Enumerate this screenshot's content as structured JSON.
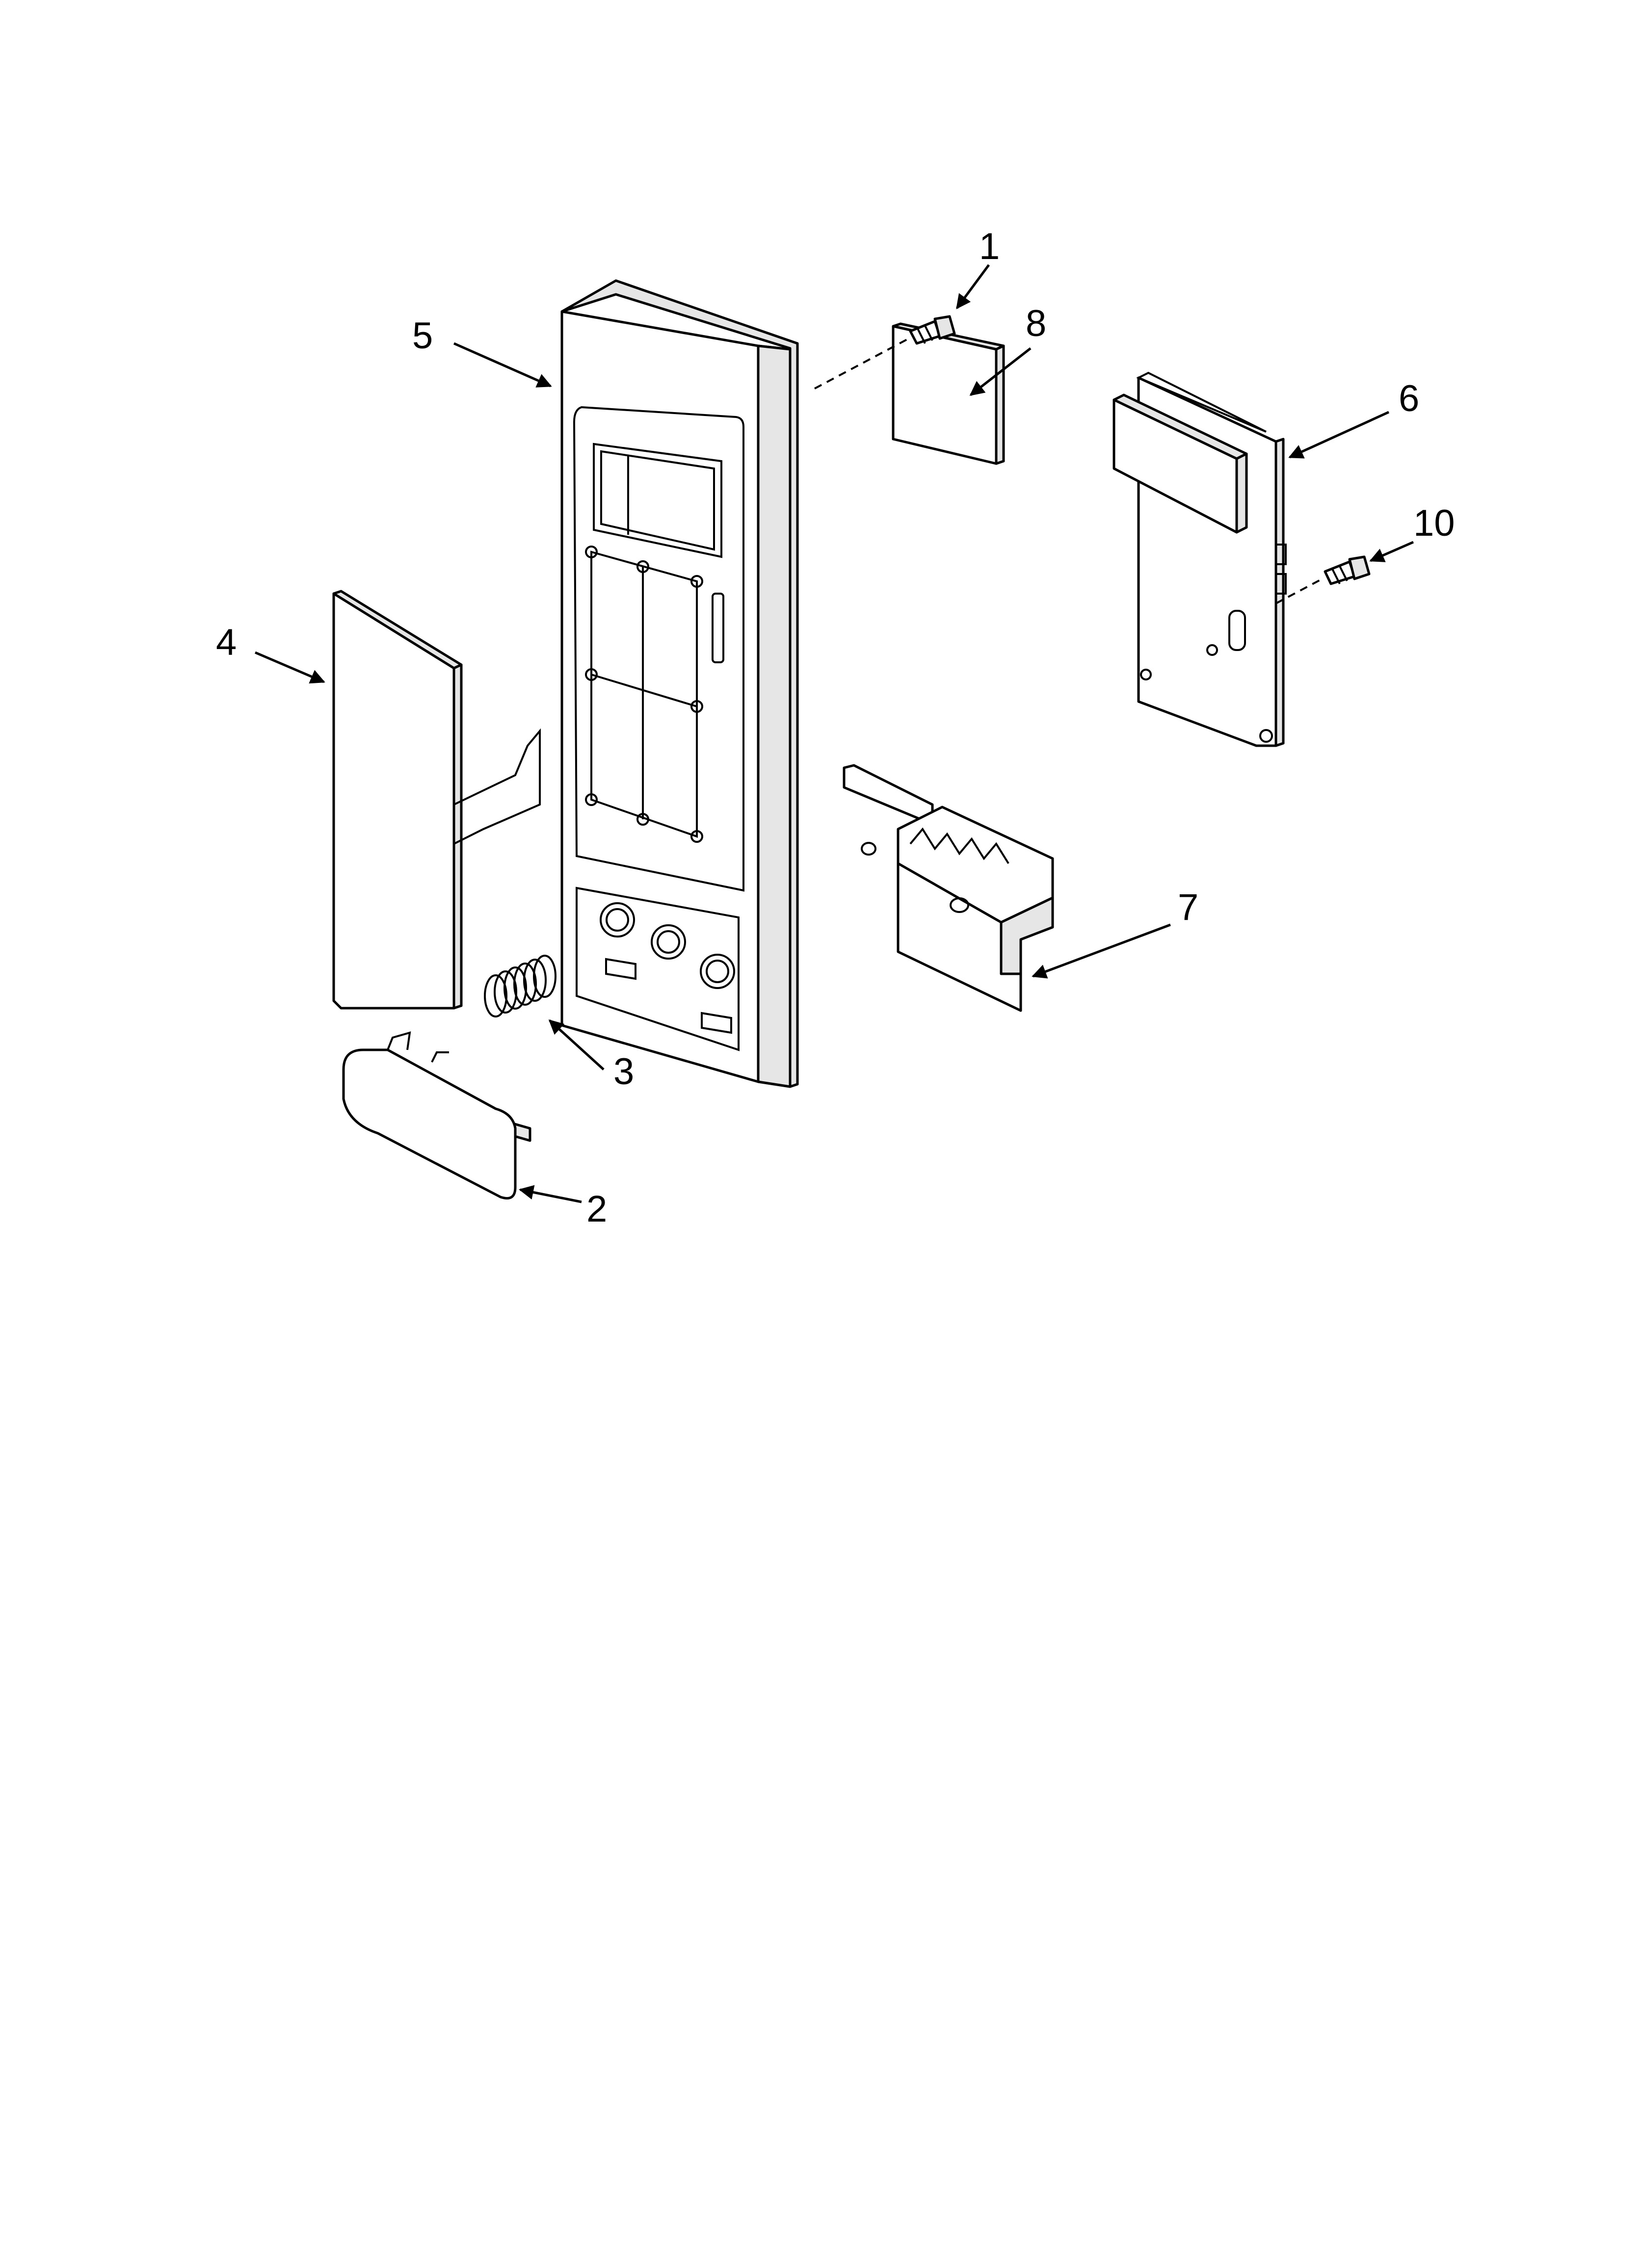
{
  "callouts": [
    {
      "id": "1",
      "text": "1"
    },
    {
      "id": "2",
      "text": "2"
    },
    {
      "id": "3",
      "text": "3"
    },
    {
      "id": "4",
      "text": "4"
    },
    {
      "id": "5",
      "text": "5"
    },
    {
      "id": "6",
      "text": "6"
    },
    {
      "id": "7",
      "text": "7"
    },
    {
      "id": "8",
      "text": "8"
    },
    {
      "id": "10",
      "text": "10"
    }
  ]
}
